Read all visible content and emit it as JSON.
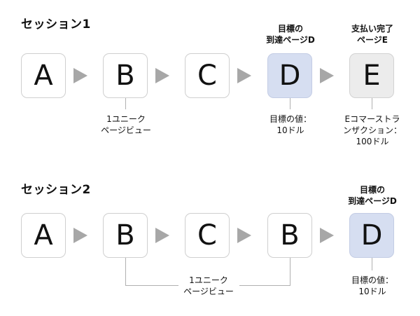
{
  "session1": {
    "title": "セッション1",
    "goal_label": [
      "目標の",
      "到達ページD"
    ],
    "ecom_label": [
      "支払い完了",
      "ページE"
    ],
    "pages": [
      "A",
      "B",
      "C",
      "D",
      "E"
    ],
    "b_note": [
      "1ユニーク",
      "ページビュー"
    ],
    "d_note": [
      "目標の値：",
      "10ドル"
    ],
    "e_note": [
      "Eコマーストラ",
      "ンザクション：",
      "100ドル"
    ]
  },
  "session2": {
    "title": "セッション2",
    "goal_label": [
      "目標の",
      "到達ページD"
    ],
    "pages": [
      "A",
      "B",
      "C",
      "B",
      "D"
    ],
    "b_note": [
      "1ユニーク",
      "ページビュー"
    ],
    "d_note": [
      "目標の値：",
      "10ドル"
    ]
  },
  "colors": {
    "goal_fill": "#d6def1",
    "ecom_fill": "#ececec",
    "arrow": "#a7a7a7",
    "border": "#cfcfcf"
  }
}
